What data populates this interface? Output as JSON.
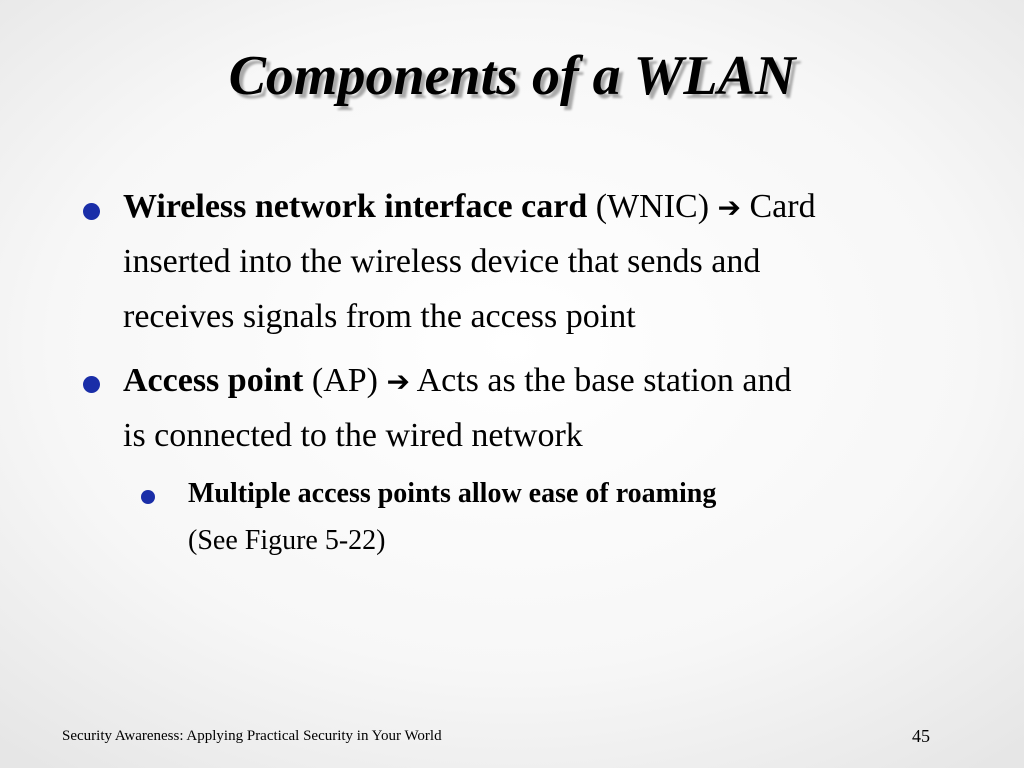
{
  "slide": {
    "title": "Components of a WLAN",
    "bullets": [
      {
        "term": "Wireless network interface card",
        "abbr": "(WNIC)",
        "arrow": "➔",
        "line1_rest": "Card",
        "line2": "inserted into the wireless device that sends and",
        "line3": "receives signals from the access point"
      },
      {
        "term": "Access point",
        "abbr": "(AP)",
        "arrow": "➔",
        "line1_rest": "Acts as the base station and",
        "line2": "is connected to the wired network"
      }
    ],
    "sub_bullets": [
      {
        "line1": "Multiple access points allow ease of roaming",
        "line2": "(See Figure 5-22)"
      }
    ],
    "footer": {
      "course": "Security Awareness: Applying Practical Security in Your World",
      "page_number": "45"
    },
    "colors": {
      "bullet": "#1a2ea8",
      "title_shadow": "#a9a9a9"
    }
  }
}
